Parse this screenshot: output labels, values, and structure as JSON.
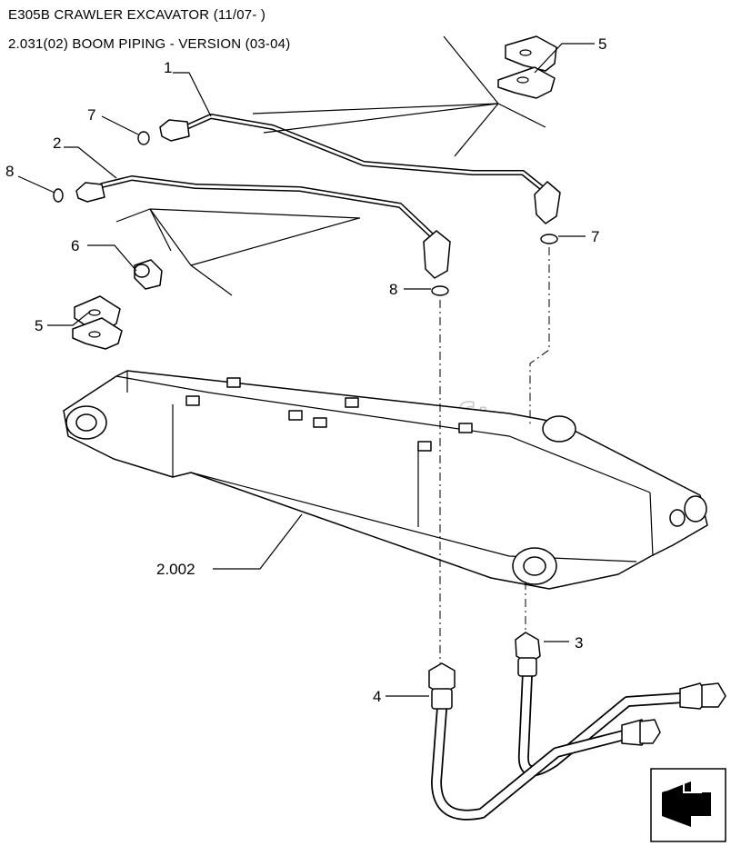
{
  "header": {
    "title": "E305B CRAWLER EXCAVATOR (11/07- )",
    "subtitle": "2.031(02) BOOM PIPING - VERSION (03-04)"
  },
  "watermark": "AutoSoft",
  "callouts": {
    "c1": "1",
    "c2": "2",
    "c3": "3",
    "c4": "4",
    "c5a": "5",
    "c5b": "5",
    "c6": "6",
    "c7a": "7",
    "c7b": "7",
    "c8a": "8",
    "c8b": "8",
    "boom": "2.002"
  },
  "icons": {
    "next_page": "next-page-arrow-icon"
  }
}
